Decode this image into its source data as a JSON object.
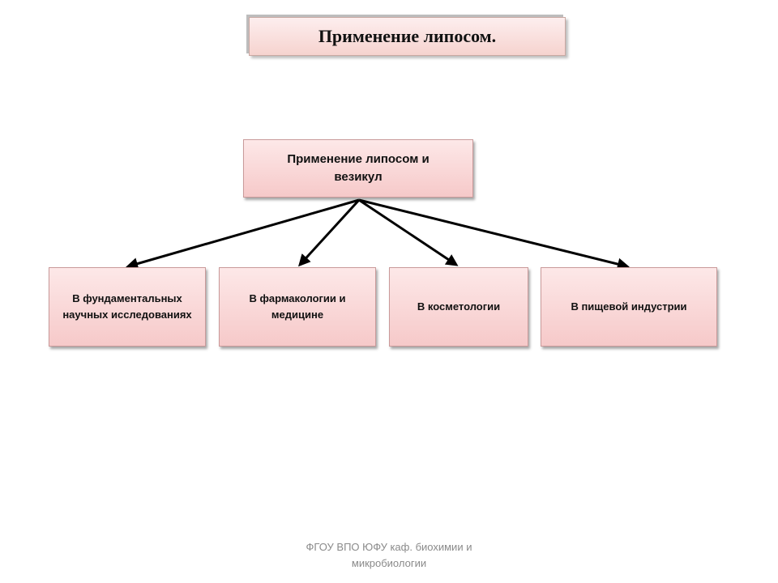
{
  "slide": {
    "title": "Применение липосом.",
    "root": "Применение липосом и везикул",
    "branches": [
      {
        "label": "В фундаментальных научных исследованиях"
      },
      {
        "label": "В фармакологии и медицине"
      },
      {
        "label": "В косметологии"
      },
      {
        "label": "В пищевой индустрии"
      }
    ],
    "footer": "ФГОУ ВПО ЮФУ  каф. биохимии и микробиологии"
  },
  "colors": {
    "box_fill_top": "#fde8e8",
    "box_fill_bottom": "#f6c9c9",
    "arrow": "#000000",
    "footer_text": "#8a8a8a"
  }
}
